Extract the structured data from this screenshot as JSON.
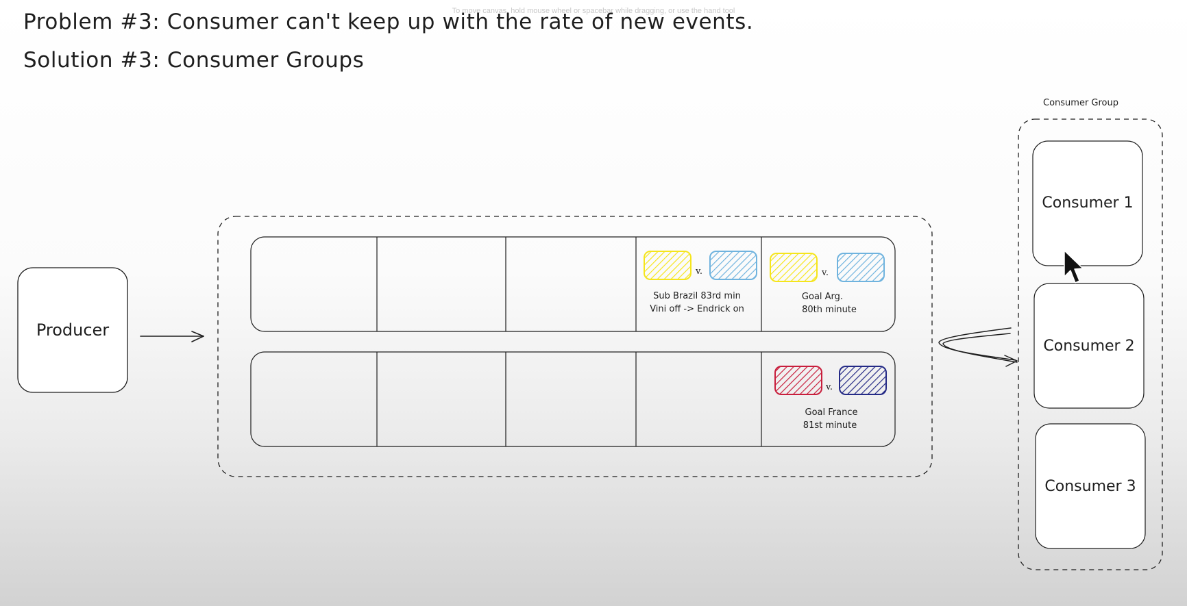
{
  "canvas_hint": "To move canvas, hold mouse wheel or spacebar while dragging, or use the hand tool",
  "heading": {
    "problem": "Problem #3: Consumer can't keep up with the rate of new events.",
    "solution": "Solution #3: Consumer Groups"
  },
  "producer": {
    "label": "Producer"
  },
  "consumer_group": {
    "title": "Consumer Group",
    "consumers": [
      "Consumer 1",
      "Consumer 2",
      "Consumer 3"
    ]
  },
  "events": {
    "brazil_sub": {
      "line1": "Sub Brazil 83rd min",
      "line2": "Vini off -> Endrick on",
      "versus": "v.",
      "colors": [
        "#f5e51c",
        "#6fb3de"
      ]
    },
    "goal_arg": {
      "line1": "Goal Arg.",
      "line2": "80th minute",
      "versus": "v.",
      "colors": [
        "#f5e51c",
        "#6fb3de"
      ]
    },
    "goal_france": {
      "line1": "Goal France",
      "line2": "81st minute",
      "versus": "v.",
      "colors": [
        "#c81e3c",
        "#242a86"
      ]
    }
  }
}
